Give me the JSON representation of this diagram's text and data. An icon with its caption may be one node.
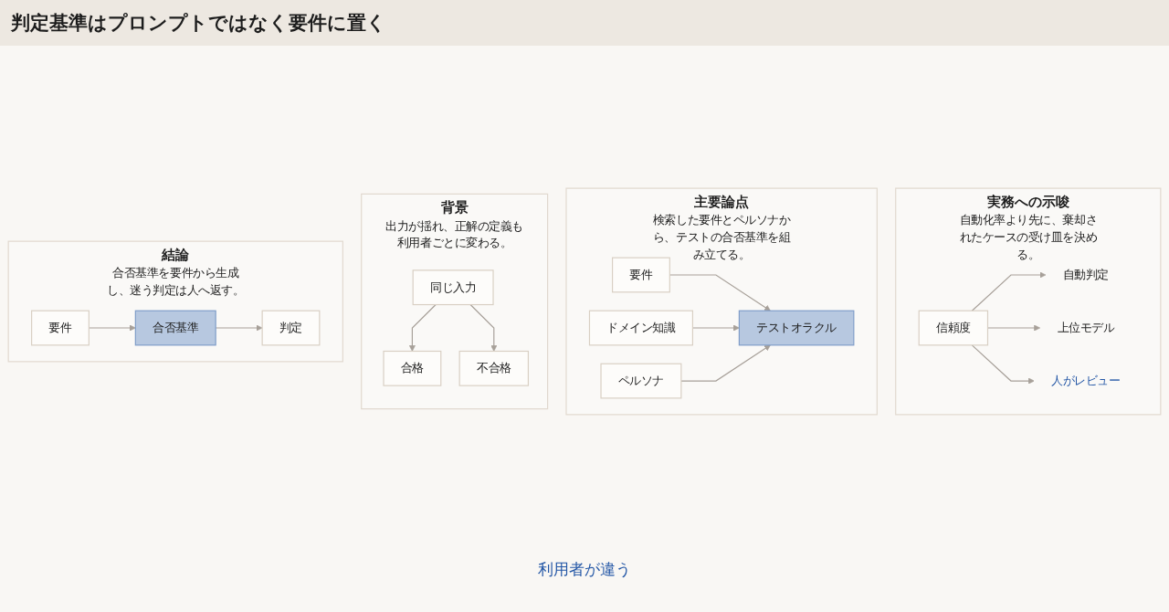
{
  "diagram": {
    "title": "判定基準はプロンプトではなく要件に置く",
    "nodes": [
      {
        "text": [
          "結論",
          "合否基準を要件から生成し、迷う判定は人へ返す。"
        ]
      },
      {
        "text": [
          "要件"
        ],
        "in": 0
      },
      {
        "text": [
          "合否基準"
        ],
        "in": 0
      },
      {
        "text": [
          "判定"
        ],
        "in": 0
      },
      {
        "text": [
          "背景",
          "出力が揺れ、正解の定義も利用者ごとに変わる。"
        ]
      },
      {
        "text": [
          "同じ入力"
        ],
        "in": 4
      },
      {
        "text": [
          "合格"
        ],
        "in": 4
      },
      {
        "text": [
          "不合格"
        ],
        "in": 4
      },
      {
        "text": [
          "主要論点",
          "検索した要件とペルソナから、テストの合否基準を組み立てる。"
        ]
      },
      {
        "text": [
          "要件"
        ],
        "in": 8
      },
      {
        "text": [
          "ドメイン知識"
        ],
        "in": 8
      },
      {
        "text": [
          "ペルソナ"
        ],
        "in": 8
      },
      {
        "text": [
          "テストオラクル"
        ],
        "in": 8
      },
      {
        "text": [
          "実務への示唆",
          "自動化率より先に、棄却されたケースの受け皿を決める。"
        ]
      },
      {
        "text": [
          "信頼度"
        ],
        "in": 13
      },
      {
        "text": [
          "自動判定"
        ],
        "in": 13
      },
      {
        "text": [
          "上位モデル"
        ],
        "in": 13
      },
      {
        "text": [
          "人がレビュー"
        ],
        "in": 13
      }
    ],
    "edges": [
      {
        "from": 1,
        "to": 2,
        "arrow": "to"
      },
      {
        "from": 2,
        "to": 3,
        "arrow": "to"
      },
      {
        "from": 5,
        "to": 6,
        "arrow": "to"
      },
      {
        "from": 5,
        "to": 7,
        "arrow": "to"
      },
      {
        "from": 9,
        "to": 12,
        "arrow": "to"
      },
      {
        "from": 10,
        "to": 12,
        "arrow": "to"
      },
      {
        "from": 11,
        "to": 12,
        "arrow": "to"
      },
      {
        "from": 14,
        "to": 15,
        "arrow": "to"
      },
      {
        "from": 14,
        "to": 16,
        "arrow": "to"
      },
      {
        "from": 14,
        "to": 17,
        "arrow": "to"
      }
    ],
    "labels": [
      "利用者が違う"
    ]
  }
}
